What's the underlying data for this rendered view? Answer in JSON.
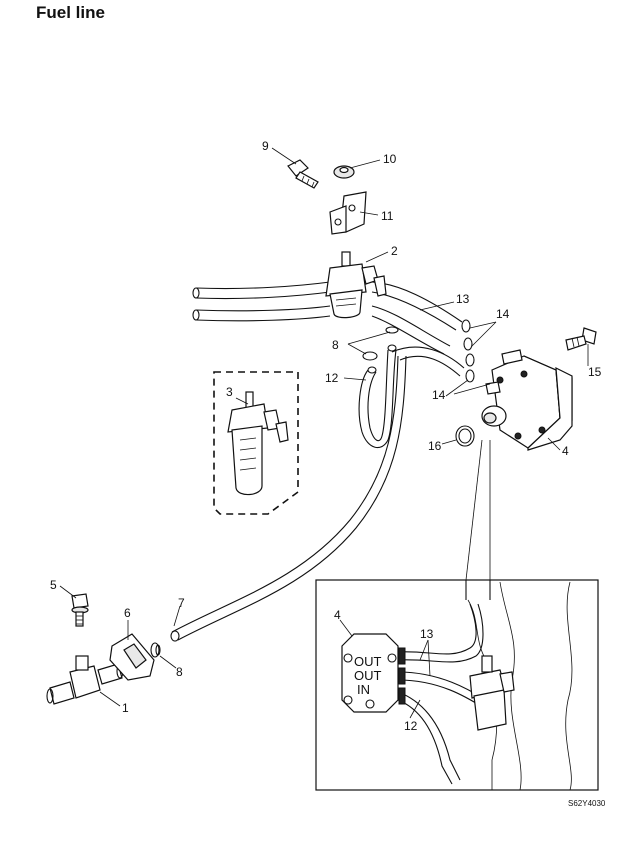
{
  "title": "Fuel line",
  "figure_code": "S62Y4030",
  "callouts": {
    "c1": "1",
    "c2": "2",
    "c3": "3",
    "c4": "4",
    "c5": "5",
    "c6": "6",
    "c7": "7",
    "c8a": "8",
    "c8b": "8",
    "c9": "9",
    "c10": "10",
    "c11": "11",
    "c12": "12",
    "c13": "13",
    "c14a": "14",
    "c14b": "14",
    "c15": "15",
    "c16": "16",
    "d4": "4",
    "d12": "12",
    "d13": "13"
  },
  "pump_plate": {
    "line1": "OUT",
    "line2": "OUT",
    "line3": "IN"
  }
}
